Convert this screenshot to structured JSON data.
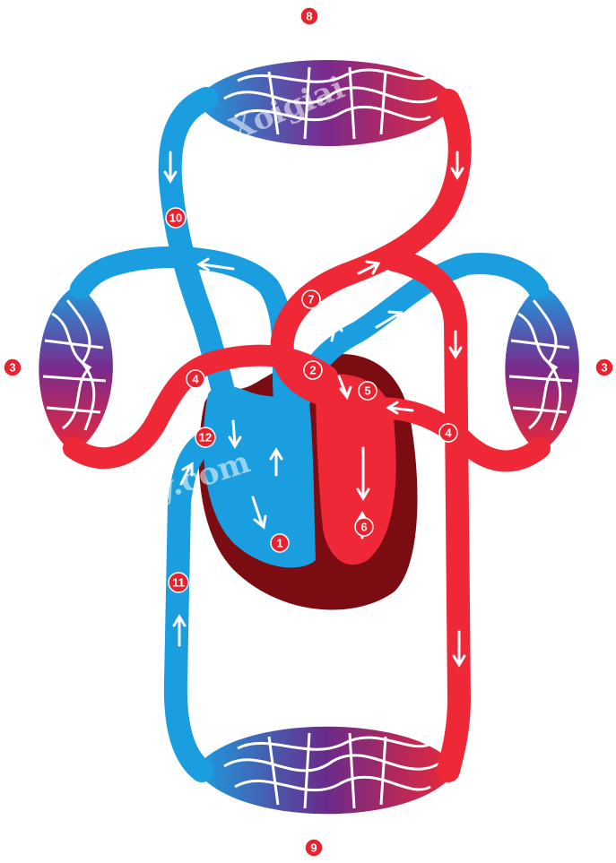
{
  "markers": {
    "m1": "1",
    "m2": "2",
    "m3_left": "3",
    "m3_right": "3",
    "m4_left": "4",
    "m4_right": "4",
    "m5": "5",
    "m6": "6",
    "m7": "7",
    "m8": "8",
    "m9": "9",
    "m10": "10",
    "m11": "11",
    "m12": "12"
  },
  "watermarks": {
    "top": "Xoigiai",
    "center": "hay.com"
  },
  "colors": {
    "oxygen_poor_blood": "#1a9ee0",
    "oxygen_rich_blood": "#ee2836",
    "capillary_bed": "#7a2a8c",
    "heart_wall": "#7a0c12",
    "marker": "#e8232f"
  }
}
